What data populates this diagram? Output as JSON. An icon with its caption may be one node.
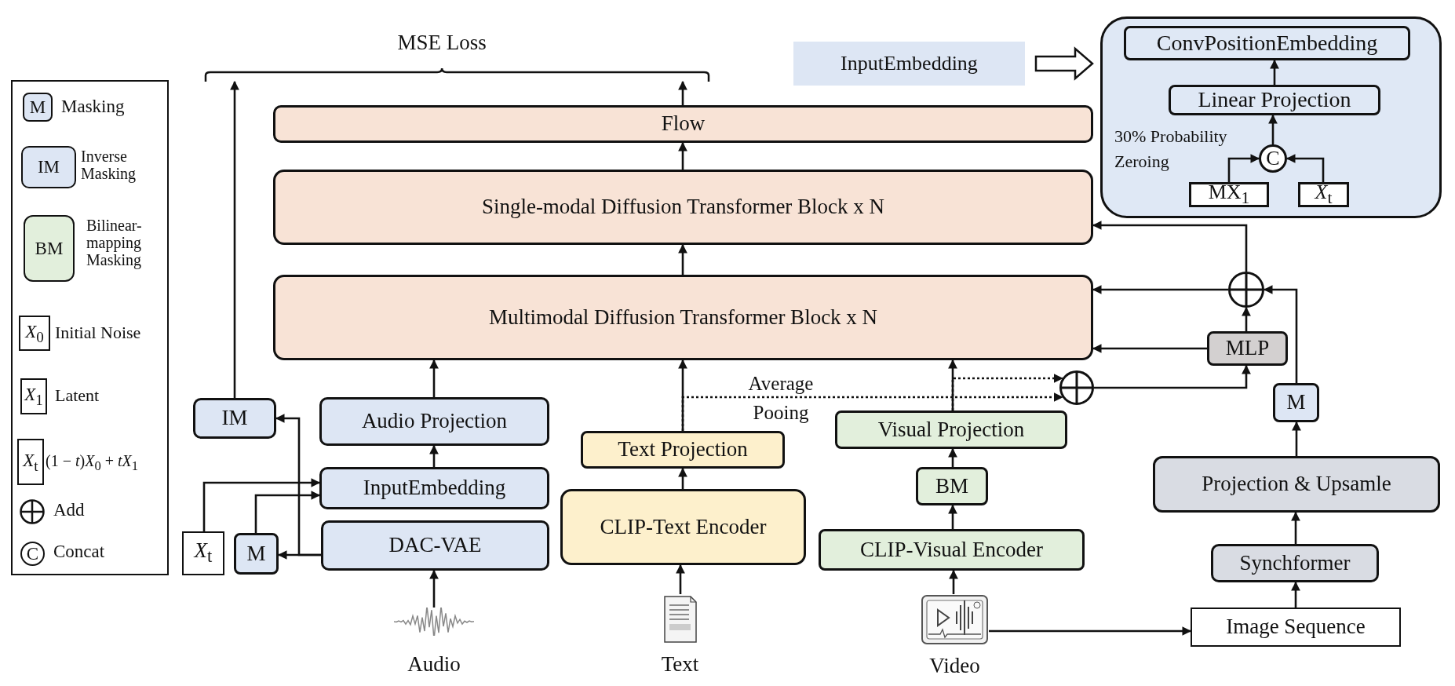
{
  "diagram": {
    "nodes": [
      {
        "text": [
          "MSE Loss"
        ]
      },
      {
        "text": [
          "InputEmbedding"
        ]
      },
      {
        "text": [],
        "shape": "box"
      },
      {
        "text": [
          "ConvPositionEmbedding"
        ],
        "in": 2
      },
      {
        "text": [
          "Linear Projection"
        ],
        "in": 2
      },
      {
        "text": [
          "C"
        ],
        "in": 2
      },
      {
        "text": [
          "MX$_{1}$"
        ],
        "in": 2
      },
      {
        "text": [
          "*X*$_{t}$"
        ],
        "in": 2
      },
      {
        "text": [
          "Flow"
        ]
      },
      {
        "text": [
          "Single-modal Diffusion Transformer Block x N"
        ]
      },
      {
        "text": [
          "Multimodal Diffusion Transformer Block x N"
        ]
      },
      {
        "text": [],
        "shape": "circle"
      },
      {
        "text": [
          "MLP"
        ]
      },
      {
        "text": [
          "IM"
        ]
      },
      {
        "text": [
          "Audio Projection"
        ]
      },
      {
        "text": [],
        "shape": "circle"
      },
      {
        "text": [
          "M"
        ]
      },
      {
        "text": [
          "Visual Projection"
        ]
      },
      {
        "text": [
          "Text Projection"
        ]
      },
      {
        "text": [
          "InputEmbedding"
        ]
      },
      {
        "text": [
          "Projection & Upsamle"
        ]
      },
      {
        "text": [
          "BM"
        ]
      },
      {
        "text": [
          "CLIP-Text Encoder"
        ]
      },
      {
        "text": [
          "*X*$_{t}$"
        ]
      },
      {
        "text": [
          "M"
        ]
      },
      {
        "text": [
          "DAC-VAE"
        ]
      },
      {
        "text": [
          "CLIP-Visual Encoder"
        ]
      },
      {
        "text": [
          "Synchformer"
        ]
      },
      {
        "text": [],
        "shape": "picture",
        "beside": [
          "Audio"
        ]
      },
      {
        "text": [],
        "shape": "picture",
        "beside": [
          "Text"
        ]
      },
      {
        "text": [],
        "shape": "picture",
        "beside": [
          "Video"
        ]
      },
      {
        "text": [
          "Image Sequence"
        ]
      }
    ],
    "edges": [
      {
        "from": 13,
        "to": 0,
        "arrow": "to"
      },
      {
        "from": 8,
        "to": 0,
        "arrow": "to"
      },
      {
        "from": 9,
        "to": 8,
        "arrow": "to"
      },
      {
        "from": 10,
        "to": 9,
        "arrow": "to"
      },
      {
        "from": 14,
        "to": 10,
        "arrow": "to"
      },
      {
        "from": 18,
        "to": 10,
        "arrow": "to"
      },
      {
        "from": 17,
        "to": 10,
        "arrow": "to"
      },
      {
        "from": 12,
        "to": 10,
        "arrow": "to"
      },
      {
        "from": 11,
        "to": 10,
        "arrow": "to"
      },
      {
        "from": 11,
        "to": 9,
        "arrow": "to"
      },
      {
        "from": 12,
        "to": 11,
        "arrow": "to"
      },
      {
        "from": 16,
        "to": 11,
        "arrow": "to"
      },
      {
        "from": 15,
        "to": 12,
        "arrow": "to"
      },
      {
        "from": 18,
        "to": 15,
        "arrow": "to",
        "label": "Average Pooing",
        "style": "dashed"
      },
      {
        "from": 17,
        "to": 15,
        "arrow": "to",
        "style": "dashed"
      },
      {
        "from": 21,
        "to": 17,
        "arrow": "to"
      },
      {
        "from": 26,
        "to": 21,
        "arrow": "to"
      },
      {
        "from": 30,
        "to": 26,
        "arrow": "to"
      },
      {
        "from": 30,
        "to": 31,
        "arrow": "to"
      },
      {
        "from": 31,
        "to": 27,
        "arrow": "to"
      },
      {
        "from": 27,
        "to": 20,
        "arrow": "to"
      },
      {
        "from": 20,
        "to": 16,
        "arrow": "to"
      },
      {
        "from": 22,
        "to": 18,
        "arrow": "to"
      },
      {
        "from": 29,
        "to": 22,
        "arrow": "to"
      },
      {
        "from": 28,
        "to": 25,
        "arrow": "to"
      },
      {
        "from": 19,
        "to": 14,
        "arrow": "to"
      },
      {
        "from": 25,
        "to": 24,
        "arrow": "to"
      },
      {
        "from": 25,
        "to": 13,
        "arrow": "to"
      },
      {
        "from": 23,
        "to": 19,
        "arrow": "to"
      },
      {
        "from": 24,
        "to": 19,
        "arrow": "to"
      },
      {
        "from": 1,
        "to": 2,
        "arrow": "to",
        "style": "thick"
      },
      {
        "from": 4,
        "to": 3,
        "arrow": "to"
      },
      {
        "from": 5,
        "to": 4,
        "arrow": "to"
      },
      {
        "from": 6,
        "to": 5,
        "arrow": "to"
      },
      {
        "from": 7,
        "to": 5,
        "arrow": "to"
      }
    ],
    "labels": [
      "M",
      "IM",
      "BM",
      "*X*$_{0}$",
      "*X*$_{1}$",
      "*X*$_{t}$",
      "C",
      "30% Probability Zeroing"
    ],
    "legend": [
      {
        "text": "Masking"
      },
      {
        "text": "Inverse Masking"
      },
      {
        "text": "Bilinear-mapping Masking"
      },
      {
        "text": "Initial Noise"
      },
      {
        "text": "Latent"
      },
      {
        "text": "(1 − *t*)*X*$_{0}$ + *tX*$_{1}$"
      },
      {
        "text": "Add"
      },
      {
        "text": "Concat"
      }
    ]
  }
}
